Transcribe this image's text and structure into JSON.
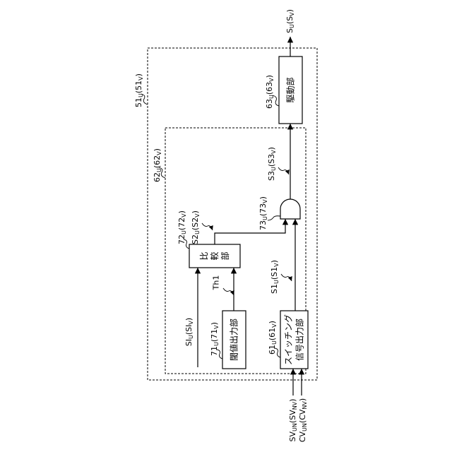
{
  "colors": {
    "ink": "#000000",
    "paper": "#ffffff"
  },
  "blocks": {
    "driver": "駆動部",
    "comparator": [
      "比",
      "較",
      "部"
    ],
    "threshold_output": "閾値出力部",
    "switching_line1": "スイッチング",
    "switching_line2": "信号出力部"
  },
  "refs": {
    "outer_main": "51",
    "outer_u": "U",
    "outer_alt": "(51",
    "outer_v": "V",
    "outer_close": ")",
    "inner_main": "62",
    "inner_u": "U",
    "inner_alt": "(62",
    "inner_v": "V",
    "inner_close": ")",
    "driver_main": "63",
    "driver_u": "U",
    "driver_alt": "(63",
    "driver_v": "V",
    "driver_close": ")",
    "comp_main": "72",
    "comp_u": "U",
    "comp_alt": "(72",
    "comp_v": "V",
    "comp_close": ")",
    "and_main": "73",
    "and_u": "U",
    "and_alt": "(73",
    "and_v": "V",
    "and_close": ")",
    "thr_main": "71",
    "thr_u": "U",
    "thr_alt": "(71",
    "thr_v": "V",
    "thr_close": ")",
    "sw_main": "61",
    "sw_u": "U",
    "sw_alt": "(61",
    "sw_v": "V",
    "sw_close": ")"
  },
  "signals": {
    "su_main": "S",
    "su_u": "U",
    "su_alt": "(S",
    "su_v": "V",
    "su_close": ")",
    "s3_main": "S3",
    "s3_u": "U",
    "s3_alt": "(S3",
    "s3_v": "V",
    "s3_close": ")",
    "s2_main": "S2",
    "s2_u": "U",
    "s2_alt": "(S2",
    "s2_v": "V",
    "s2_close": ")",
    "s1_main": "S1",
    "s1_u": "U",
    "s1_alt": "(S1",
    "s1_v": "V",
    "s1_close": ")",
    "si_main": "SI",
    "si_u": "U",
    "si_alt": "(SI",
    "si_v": "V",
    "si_close": ")",
    "th1": "Th1",
    "svu_main": "SV",
    "svu_u": "UN",
    "svu_alt": "(SV",
    "svu_v": "NV",
    "svu_close": ")",
    "cvu_main": "CV",
    "cvu_u": "UN",
    "cvu_alt": "(CV",
    "cvu_v": "NV",
    "cvu_close": ")"
  }
}
